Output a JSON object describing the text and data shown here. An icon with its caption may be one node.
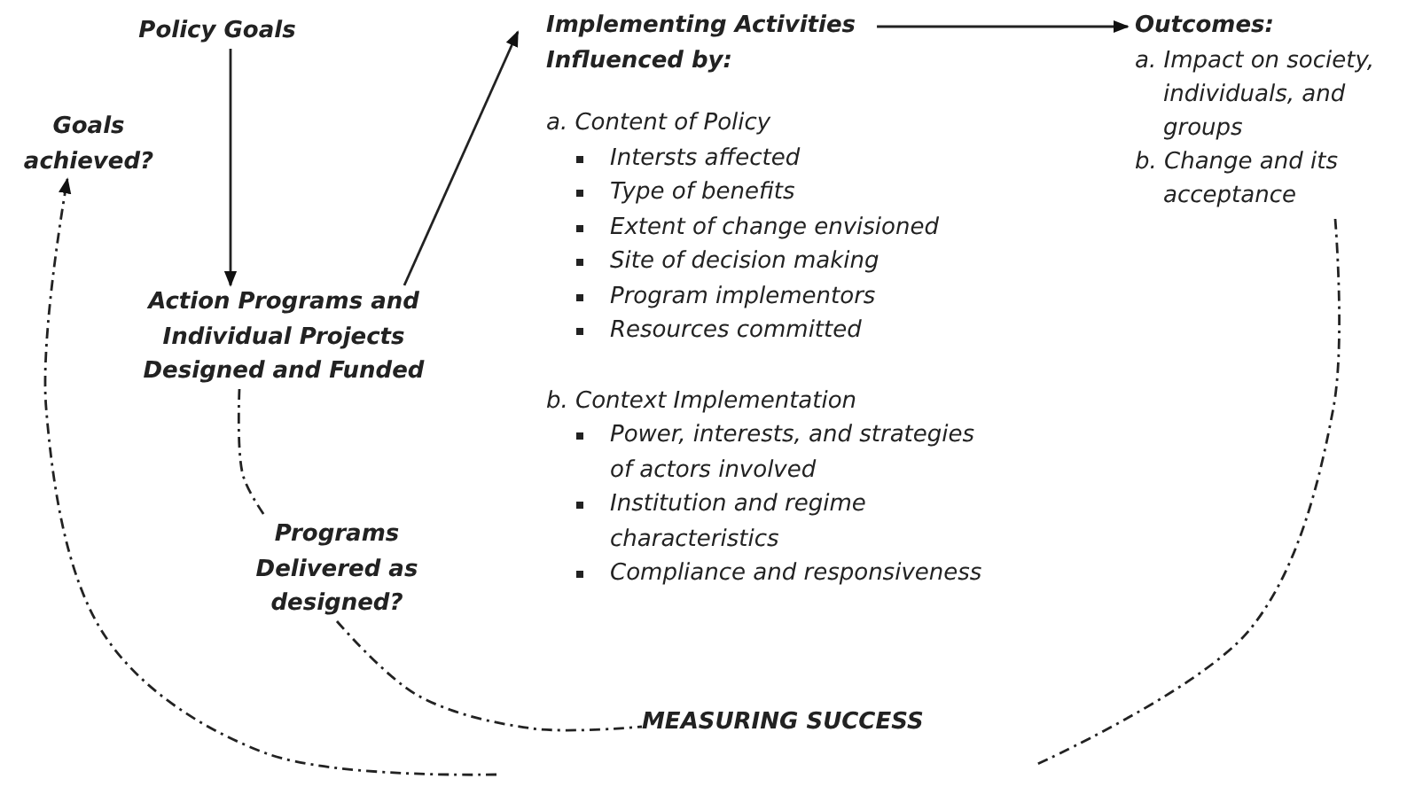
{
  "diagram": {
    "nodes": [
      {
        "text": [
          "Policy Goals"
        ]
      },
      {
        "text": [
          "Goals achieved?"
        ]
      },
      {
        "text": [
          "Action Programs and Individual Projects Designed and Funded"
        ]
      },
      {
        "text": [
          "**Implementing Activities Influenced by**:",
          "a. Content of Policy",
          "Intersts affected",
          "Type of benefits",
          "Extent of change envisioned",
          "Site of decision making",
          "Program implementors",
          "Resources committed",
          "b. Context Implementation",
          "Power, interests, and strategies of actors involved",
          "Institution and regime characteristics",
          "Compliance and responsiveness"
        ]
      },
      {
        "text": [
          "Outcomes:",
          "a. Impact on society, individuals, and groups",
          "b. Change and its acceptance"
        ]
      },
      {
        "text": [
          "Programs Delivered as designed?"
        ]
      },
      {
        "text": [
          "MEASURING SUCCESS"
        ]
      }
    ],
    "edges": [
      {
        "from": 0,
        "to": 2,
        "arrow": "to"
      },
      {
        "from": 2,
        "to": 3,
        "arrow": "to"
      },
      {
        "from": 3,
        "to": 4,
        "arrow": "to"
      },
      {
        "from": 2,
        "to": 5,
        "arrow": "none",
        "style": "dashed"
      },
      {
        "from": 5,
        "to": 6,
        "arrow": "none",
        "style": "dashed"
      },
      {
        "from": 4,
        "to": null,
        "arrow": "none",
        "style": "dashed"
      },
      {
        "from": null,
        "to": 1,
        "arrow": "to",
        "style": "dashed"
      }
    ]
  }
}
